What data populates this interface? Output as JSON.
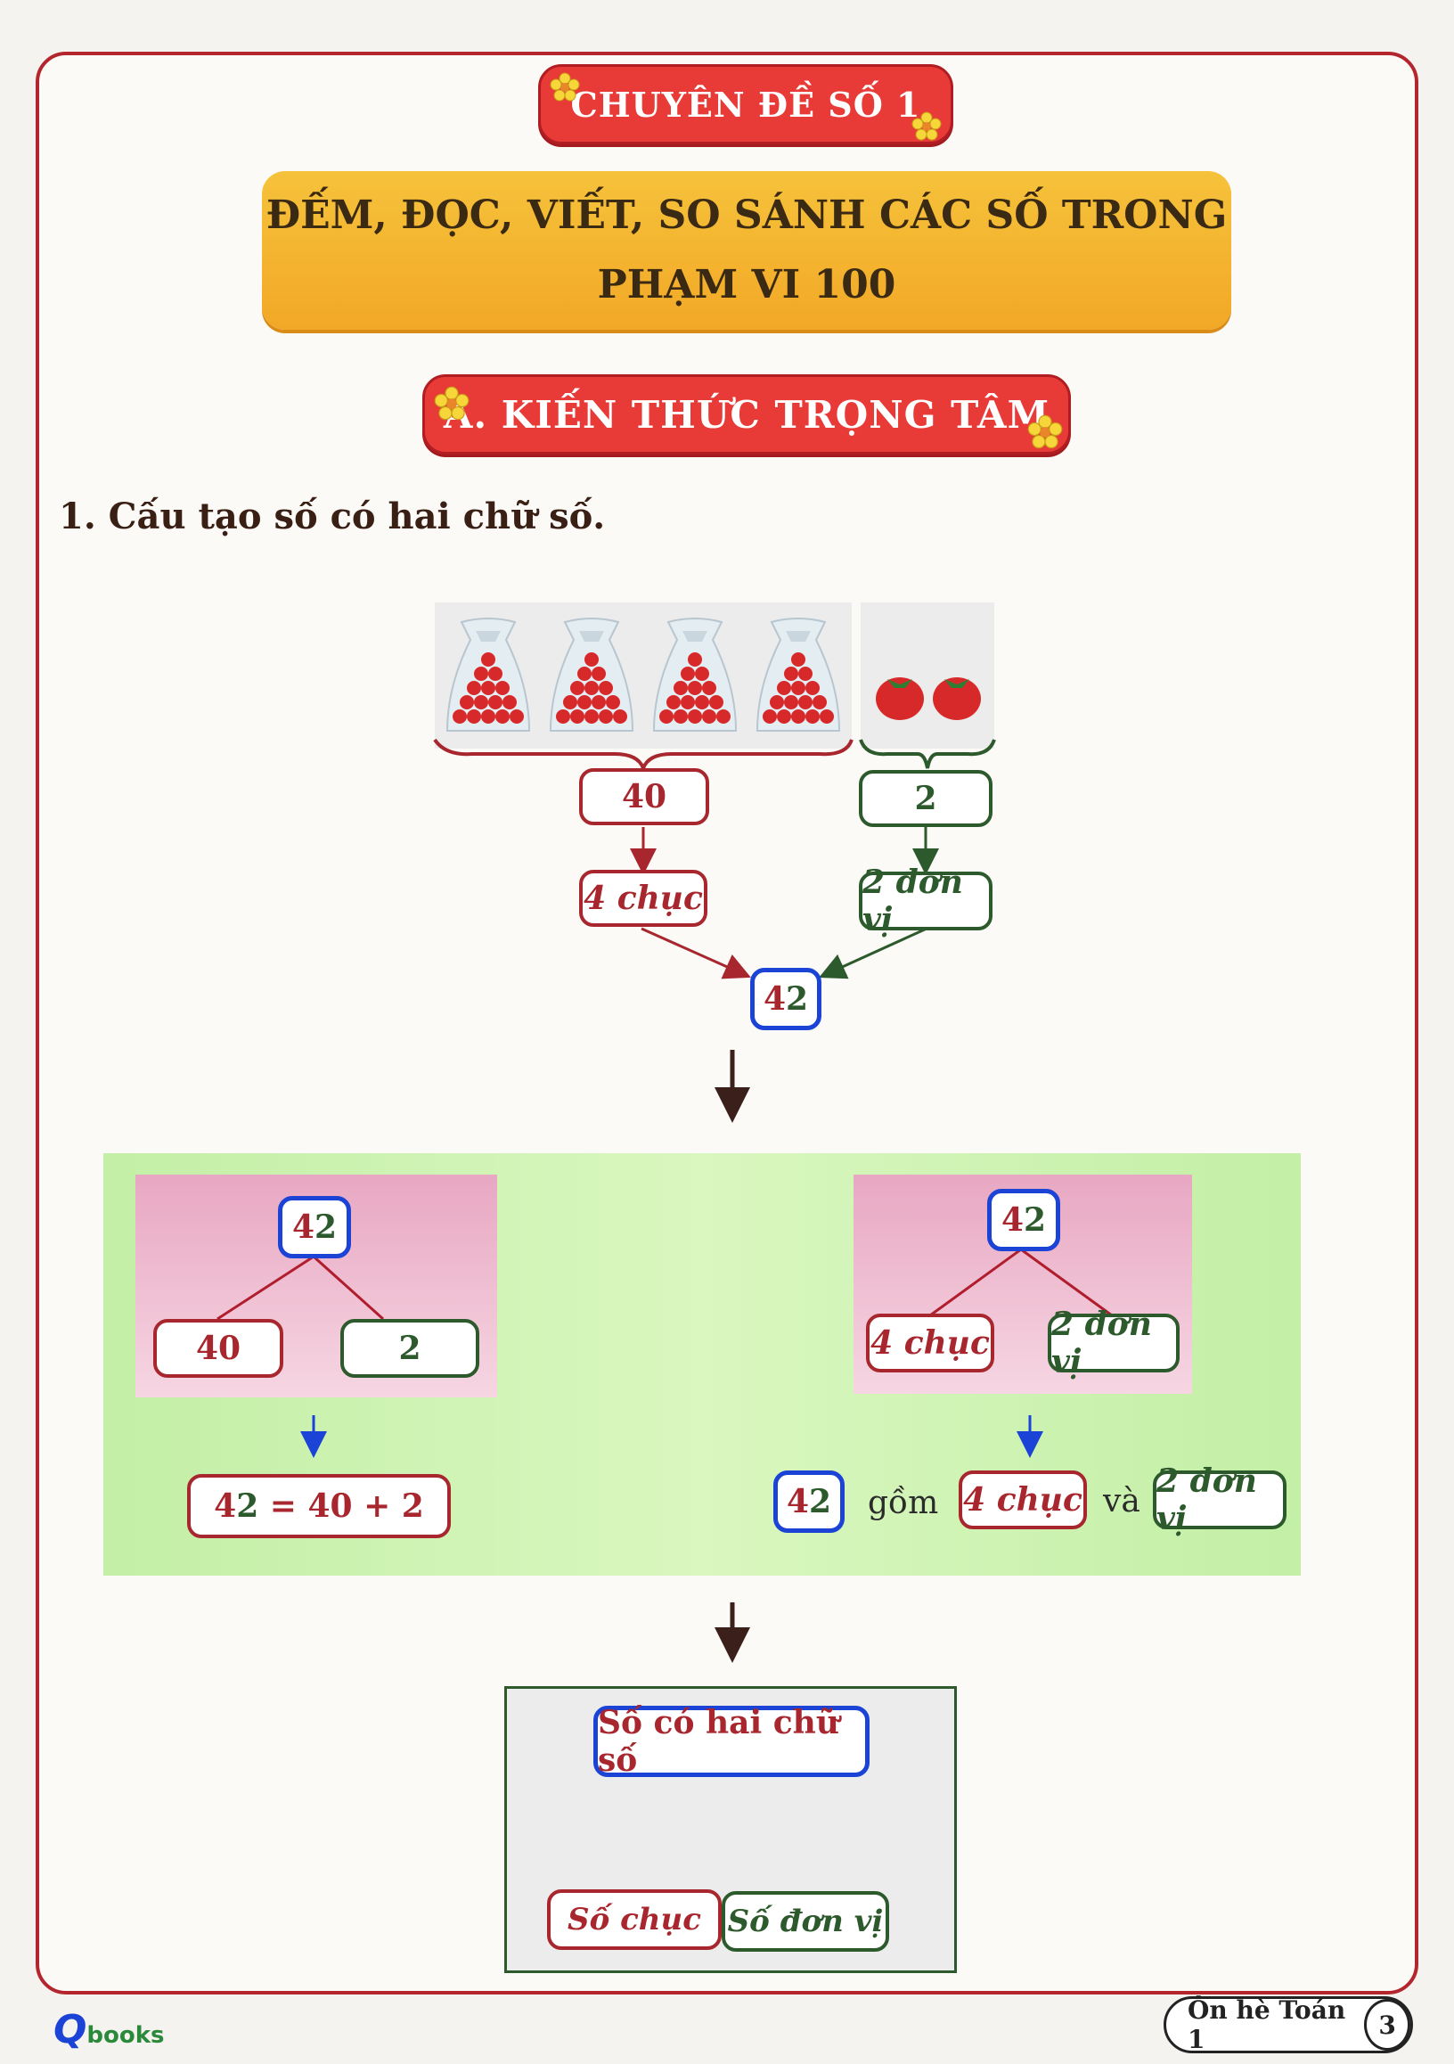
{
  "header": {
    "topic_label": "CHUYÊN ĐỀ SỐ 1",
    "title_line1": "ĐẾM, ĐỌC, VIẾT, SO SÁNH CÁC SỐ TRONG",
    "title_line2": "PHẠM VI 100",
    "section_label": "A. KIẾN THỨC TRỌNG TÂM"
  },
  "section1": {
    "heading": "1.  Cấu tạo số có hai chữ số."
  },
  "diagram": {
    "tens_value": "40",
    "units_value": "2",
    "tens_word": "4 chục",
    "units_word": "2 đơn vị",
    "number_tens_digit": "4",
    "number_units_digit": "2"
  },
  "analysis": {
    "left_top_tens": "4",
    "left_top_units": "2",
    "left_branch_a": "40",
    "left_branch_b": "2",
    "eq_tens": "4",
    "eq_units": "2",
    "eq_rest": " = 40 + 2",
    "right_top_tens": "4",
    "right_top_units": "2",
    "right_branch_a": "4 chục",
    "right_branch_b": "2 đơn vị",
    "sent_tens": "4",
    "sent_units": "2",
    "sent_word1": "gồm",
    "sent_part1": "4 chục",
    "sent_word2": "và",
    "sent_part2": "2 đơn vị"
  },
  "summary": {
    "root": "Số có hai chữ số",
    "left": "Số chục",
    "right": "Số đơn vị"
  },
  "footer": {
    "logo_letter": "Q",
    "logo_rest": "books",
    "book_title": "Ôn hè Toán 1",
    "page_number": "3"
  }
}
